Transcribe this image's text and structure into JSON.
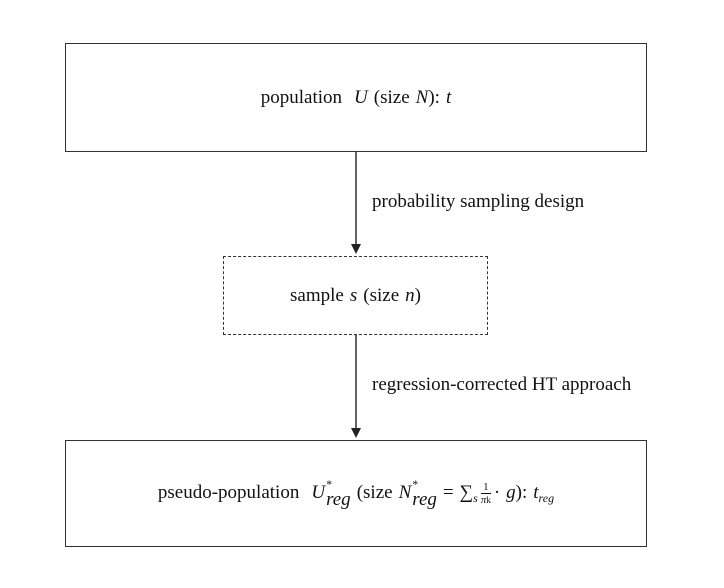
{
  "population_box": {
    "prefix": "population",
    "symbol": "U",
    "size_open": "(size",
    "size_symbol": "N",
    "size_close": "):",
    "total": "t"
  },
  "arrow1_label": "probability sampling design",
  "sample_box": {
    "prefix": "sample",
    "symbol": "s",
    "size_open": "(size",
    "size_symbol": "n",
    "size_close": ")"
  },
  "arrow2_label": "regression-corrected HT approach",
  "pseudo_box": {
    "prefix": "pseudo-population",
    "symbol": "U",
    "symbol_sup": "*",
    "symbol_sub": "reg",
    "size_open": "(size",
    "size_symbol": "N",
    "size_sup": "*",
    "size_sub": "reg",
    "equals": "=",
    "sum": "∑",
    "sum_sub": "s",
    "frac_num": "1",
    "frac_den": "π",
    "frac_den_sub": "k",
    "times": "·",
    "g": "g",
    "size_close": "):",
    "total": "t",
    "total_sub": "reg"
  }
}
